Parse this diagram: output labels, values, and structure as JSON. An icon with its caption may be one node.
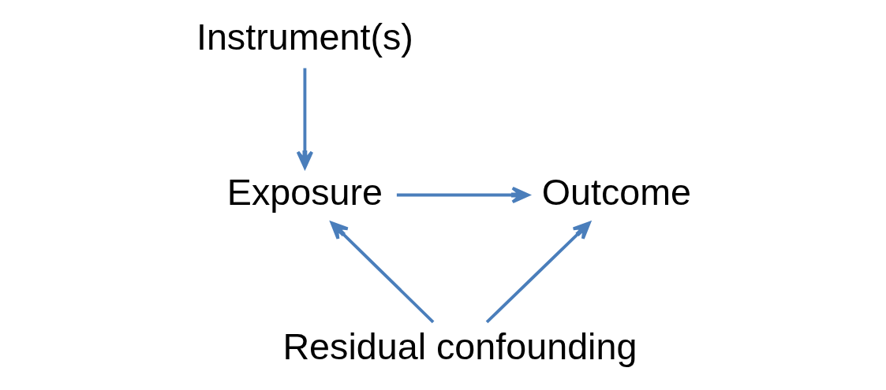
{
  "diagram": {
    "nodes": [
      {
        "text": [
          "Instrument(s)"
        ]
      },
      {
        "text": [
          "Exposure"
        ]
      },
      {
        "text": [
          "Outcome"
        ]
      },
      {
        "text": [
          "Residual confounding"
        ]
      }
    ],
    "edges": [
      {
        "from": 0,
        "to": 1,
        "arrow": "to"
      },
      {
        "from": 1,
        "to": 2,
        "arrow": "to"
      },
      {
        "from": 3,
        "to": 1,
        "arrow": "to"
      },
      {
        "from": 3,
        "to": 2,
        "arrow": "to"
      }
    ]
  }
}
